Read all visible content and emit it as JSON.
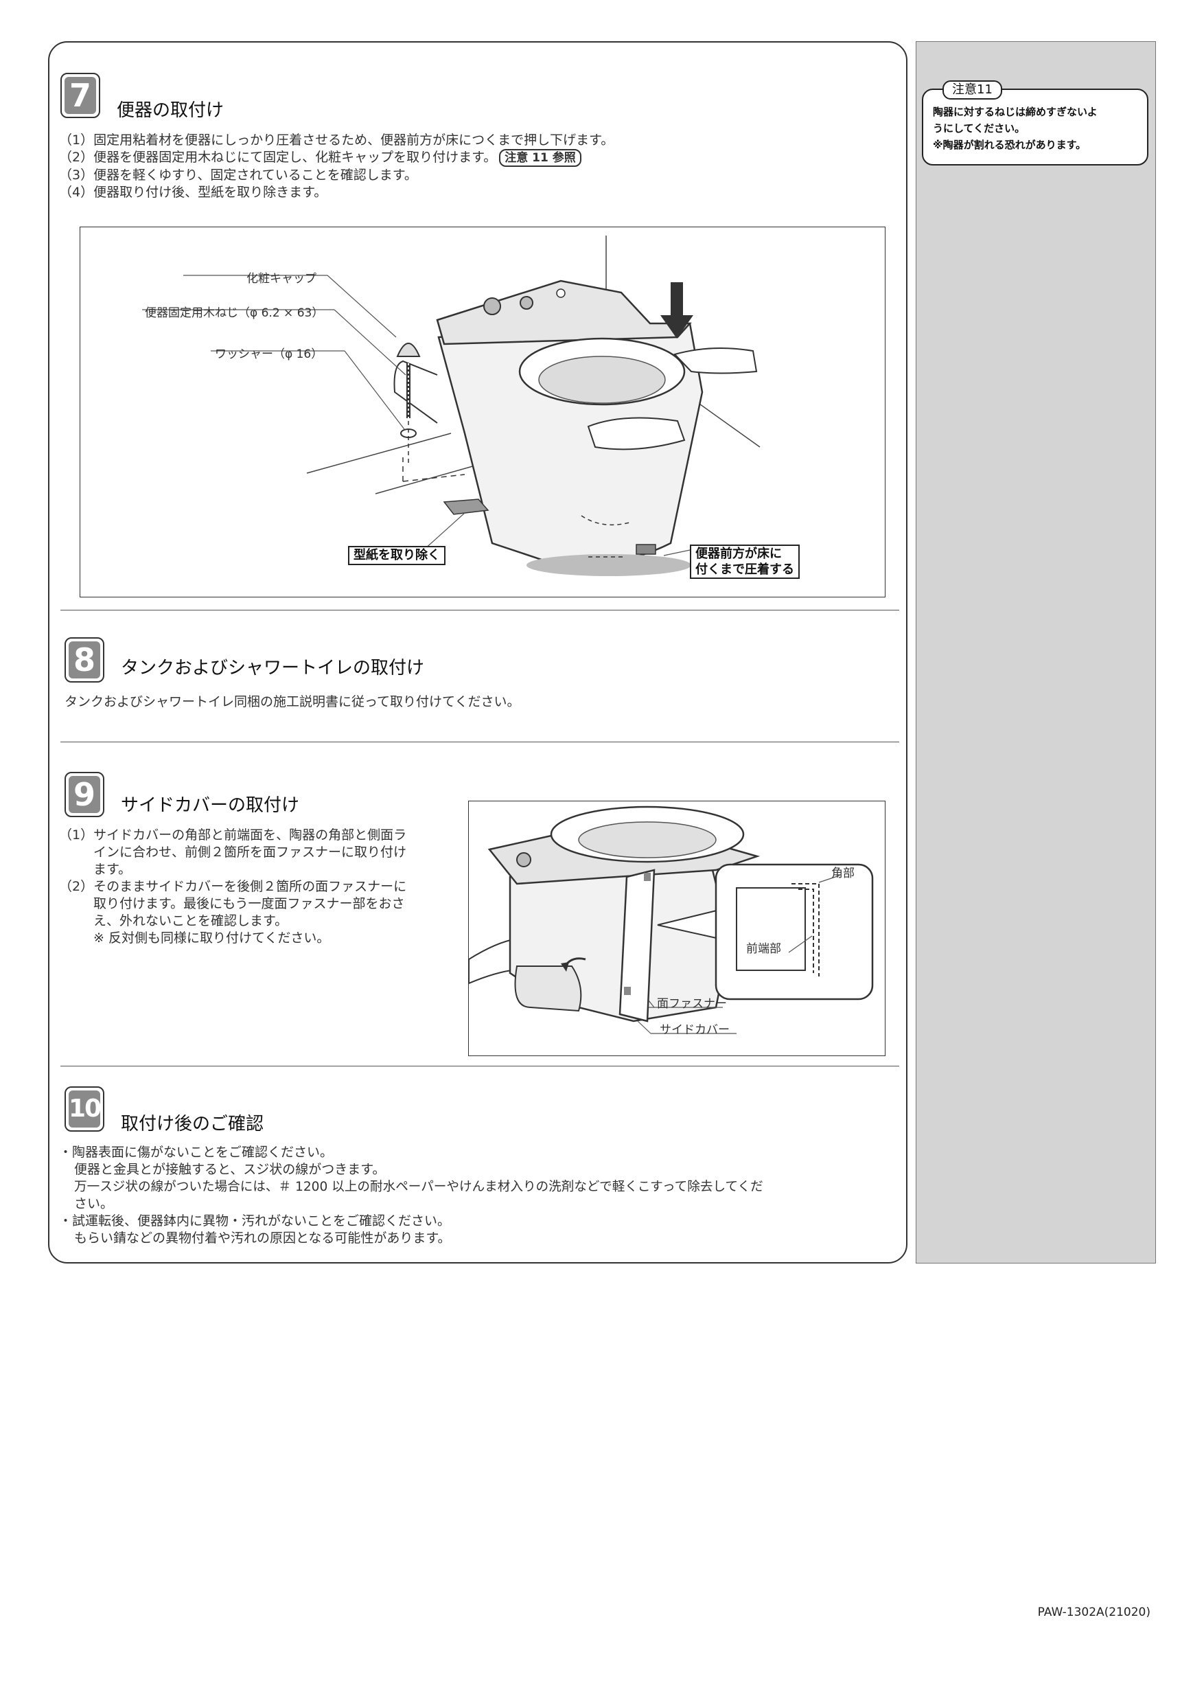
{
  "sidebar": {
    "caution_tag": "注意11",
    "caution_lines": [
      "陶器に対するねじは締めすぎないよ",
      "うにしてください。",
      "※陶器が割れる恐れがあります。"
    ]
  },
  "step7": {
    "number": "7",
    "title": "便器の取付け",
    "items": [
      "（1）固定用粘着材を便器にしっかり圧着させるため、便器前方が床につくまで押し下げます。",
      "（2）便器を便器固定用木ねじにて固定し、化粧キャップを取り付けます。",
      "（3）便器を軽くゆすり、固定されていることを確認します。",
      "（4）便器取り付け後、型紙を取り除きます。"
    ],
    "ref": "注意 11 参照",
    "labels": {
      "cap": "化粧キャップ",
      "screw": "便器固定用木ねじ（φ 6.2 × 63）",
      "washer": "ワッシャー（φ 16）",
      "remove_template": "型紙を取り除く",
      "press_line1": "便器前方が床に",
      "press_line2": "付くまで圧着する"
    }
  },
  "step8": {
    "number": "8",
    "title": "タンクおよびシャワートイレの取付け",
    "body": "タンクおよびシャワートイレ同梱の施工説明書に従って取り付けてください。"
  },
  "step9": {
    "number": "9",
    "title": "サイドカバーの取付け",
    "lines": [
      "（1）サイドカバーの角部と前端面を、陶器の角部と側面ラ",
      "インに合わせ、前側２箇所を面ファスナーに取り付け",
      "ます。",
      "（2）そのままサイドカバーを後側２箇所の面ファスナーに",
      "取り付けます。最後にもう一度面ファスナー部をおさ",
      "え、外れないことを確認します。",
      "※ 反対側も同様に取り付けてください。"
    ],
    "labels": {
      "corner": "角部",
      "front_end": "前端部",
      "fastener": "面ファスナー",
      "side_cover": "サイドカバー"
    }
  },
  "step10": {
    "number": "10",
    "title": "取付け後のご確認",
    "lines": [
      "・陶器表面に傷がないことをご確認ください。",
      "便器と金具とが接触すると、スジ状の線がつきます。",
      "万一スジ状の線がついた場合には、＃ 1200 以上の耐水ペーパーやけんま材入りの洗剤などで軽くこすって除去してくだ",
      "さい。",
      "・試運転後、便器鉢内に異物・汚れがないことをご確認ください。",
      "もらい錆などの異物付着や汚れの原因となる可能性があります。"
    ]
  },
  "footer": {
    "code": "PAW-1302A(21020)"
  }
}
